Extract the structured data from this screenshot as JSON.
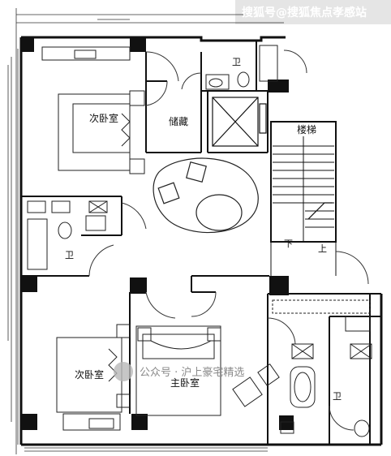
{
  "watermark_top": "搜狐号@搜狐焦点孝感站",
  "watermark_center": "公众号 · 沪上豪宅精选",
  "rooms": {
    "secondary_bedroom_top": "次卧室",
    "storage": "储藏",
    "bathroom_top": "卫",
    "stairs": "楼梯",
    "stairs_down": "下",
    "stairs_up": "上",
    "bathroom_left": "卫",
    "secondary_bedroom_bottom": "次卧室",
    "master_bedroom": "主卧室",
    "bathroom_right": "卫"
  }
}
